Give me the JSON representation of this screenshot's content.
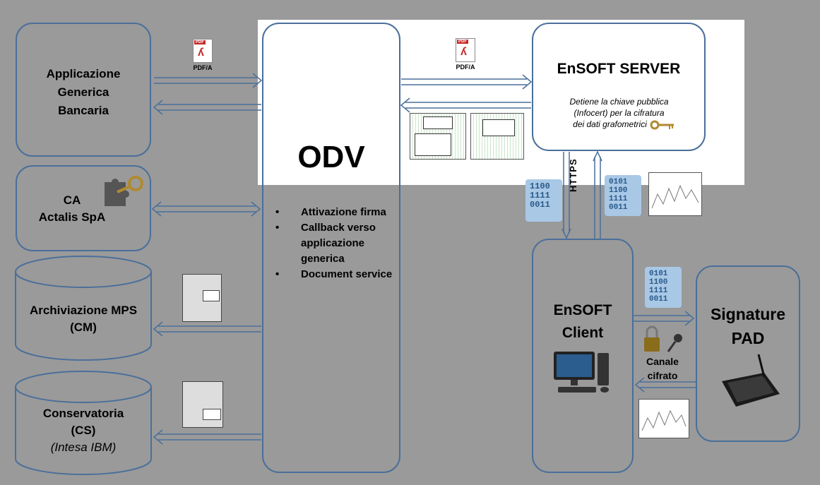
{
  "colors": {
    "background": "#9a9a9a",
    "box_border": "#4a6f9a",
    "arrow": "#4a6f9a",
    "highlight": "#ffffff"
  },
  "nodes": {
    "applicazione": {
      "line1": "Applicazione",
      "line2": "Generica",
      "line3": "Bancaria"
    },
    "ca": {
      "line1": "CA",
      "line2": "Actalis SpA"
    },
    "archiviazione": {
      "line1": "Archiviazione MPS",
      "line2": "(CM)"
    },
    "conservatoria": {
      "line1": "Conservatoria",
      "line2": "(CS)",
      "line3": "(Intesa IBM)"
    },
    "odv": {
      "title": "ODV",
      "bullets": [
        "Attivazione firma",
        "Callback verso applicazione generica",
        "Document service"
      ]
    },
    "server": {
      "title": "EnSOFT SERVER",
      "description_line1": "Detiene la chiave pubblica",
      "description_line2": "(Infocert) per la cifratura",
      "description_line3": "dei dati grafometrici"
    },
    "client": {
      "line1": "EnSOFT",
      "line2": "Client"
    },
    "pad": {
      "line1": "Signature",
      "line2": "PAD"
    }
  },
  "labels": {
    "pdfa_1": "PDF/A",
    "pdfa_2": "PDF/A",
    "pdf_tag": "PDF",
    "https": "HTTPS",
    "canale_line1": "Canale",
    "canale_line2": "cifrato",
    "binary_1": "1100\n1111\n0011",
    "binary_2": "0101\n1100\n1111\n0011",
    "binary_3": "0101\n1100\n1111\n0011"
  },
  "icons": [
    "pdf-icon",
    "puzzle-key-icon",
    "key-icon",
    "padlock-icon",
    "computer-icon",
    "signature-pad-icon",
    "binary-file-icon",
    "signature-thumbnail-icon",
    "document-icon"
  ]
}
